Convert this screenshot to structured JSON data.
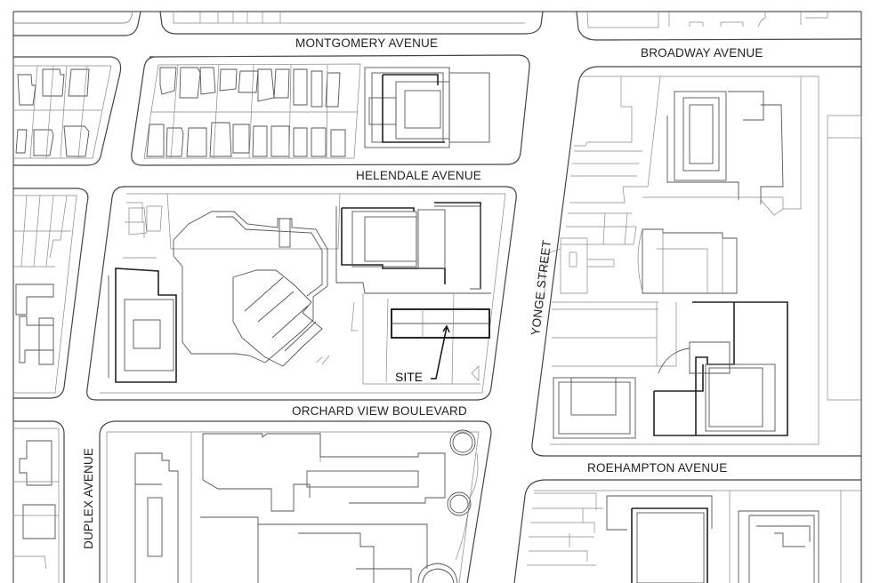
{
  "map": {
    "type": "site-context-plan",
    "streets": {
      "montgomery": "MONTGOMERY AVENUE",
      "broadway": "BROADWAY AVENUE",
      "helendale": "HELENDALE AVENUE",
      "yonge": "YONGE STREET",
      "orchard_view": "ORCHARD VIEW BOULEVARD",
      "roehampton": "ROEHAMPTON AVENUE",
      "duplex": "DUPLEX AVENUE"
    },
    "site": {
      "label": "SITE"
    },
    "colors": {
      "background": "#ffffff",
      "linework": "#444444",
      "site_outline": "#111111"
    }
  }
}
